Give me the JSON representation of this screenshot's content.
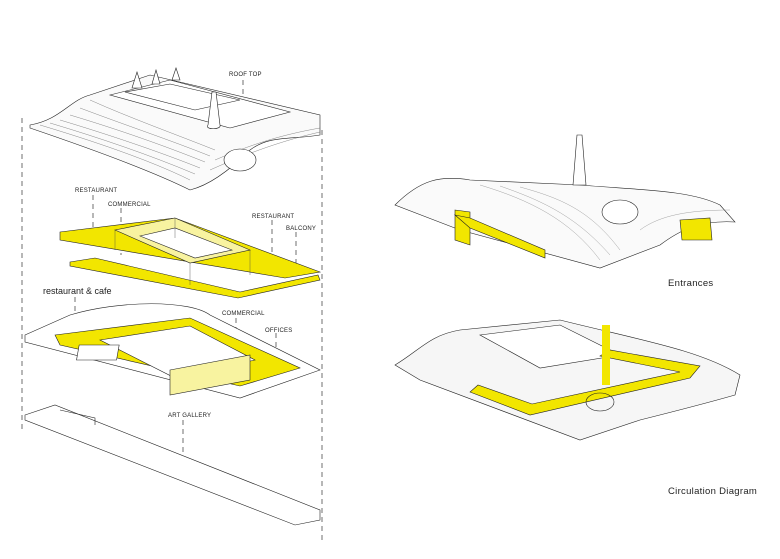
{
  "colors": {
    "highlight": "#f2e600",
    "highlight_light": "#f8f3a0",
    "line": "#222222"
  },
  "exploded_axonometric": {
    "labels": {
      "roof_top": "ROOF TOP",
      "restaurant_left": "RESTAURANT",
      "commercial_upper": "COMMERCIAL",
      "restaurant_right": "RESTAURANT",
      "balcony": "BALCONY",
      "restaurant_cafe": "restaurant & cafe",
      "commercial_lower": "COMMERCIAL",
      "offices": "OFFICES",
      "art_gallery": "ART GALLERY"
    }
  },
  "entrances": {
    "title": "Entrances"
  },
  "circulation": {
    "title": "Circulation Diagram"
  }
}
